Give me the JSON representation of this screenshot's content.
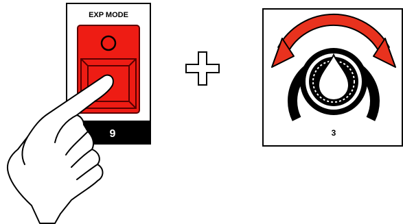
{
  "button_panel": {
    "label": "EXP MODE",
    "number": "9"
  },
  "knob_panel": {
    "number": "3"
  },
  "colors": {
    "button_red": "#ee1c14",
    "button_outline": "#5a0000",
    "arrow_red": "#e8321e",
    "black": "#000000"
  },
  "icons": [
    "hand-pointer-icon",
    "plus-icon",
    "rotate-arrow-icon",
    "knob-icon"
  ]
}
